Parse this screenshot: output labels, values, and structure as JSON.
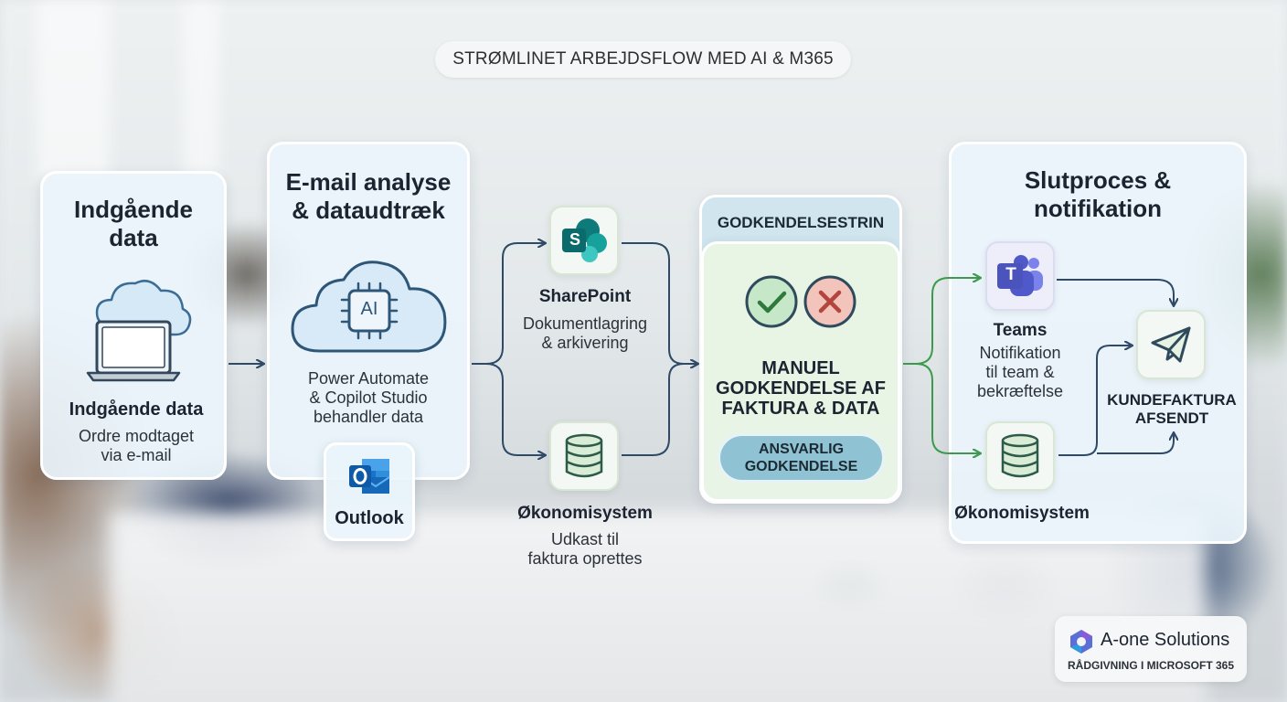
{
  "header": {
    "title": "STRØMLINET ARBEJDSFLOW MED AI & M365"
  },
  "stage1": {
    "title_line1": "Indgående",
    "title_line2": "data",
    "icon": "laptop-cloud-icon",
    "label": "Indgående data",
    "desc_line1": "Ordre modtaget",
    "desc_line2": "via e-mail"
  },
  "stage2": {
    "title_line1": "E-mail analyse",
    "title_line2": "& dataudtræk",
    "icon": "ai-cloud-icon",
    "icon_text": "AI",
    "desc_line1": "Power Automate",
    "desc_line2": "& Copilot Studio",
    "desc_line3": "behandler data",
    "outlook_label": "Outlook"
  },
  "sharepoint": {
    "icon": "sharepoint-icon",
    "icon_letter": "S",
    "label": "SharePoint",
    "desc_line1": "Dokumentlagring",
    "desc_line2": "& arkivering"
  },
  "economy1": {
    "icon": "database-icon",
    "label": "Økonomisystem",
    "desc_line1": "Udkast til",
    "desc_line2": "faktura oprettes"
  },
  "approval": {
    "header": "GODKENDELSESTRIN",
    "line1": "MANUEL",
    "line2": "GODKENDELSE AF",
    "line3": "FAKTURA & DATA",
    "pill_line1": "ANSVARLIG",
    "pill_line2": "GODKENDELSE",
    "approve_icon": "check-circle-icon",
    "reject_icon": "x-circle-icon"
  },
  "stage4": {
    "title_line1": "Slutproces &",
    "title_line2": "notifikation",
    "teams_icon": "teams-icon",
    "teams_letter": "T",
    "teams_label": "Teams",
    "teams_desc_line1": "Notifikation",
    "teams_desc_line2": "til team &",
    "teams_desc_line3": "bekræftelse",
    "send_icon": "paper-plane-icon",
    "send_line1": "KUNDEFAKTURA",
    "send_line2": "AFSENDT",
    "economy_icon": "database-icon",
    "economy_label": "Økonomisystem"
  },
  "brand": {
    "name_bold": "A-one",
    "name_rest": " Solutions",
    "tagline": "RÅDGIVNING I MICROSOFT 365"
  },
  "colors": {
    "arrow_blue": "#2e4a66",
    "arrow_green": "#3d9a4a",
    "card_bg": "#eaf4fb",
    "approval_pill": "#8fc3d3"
  }
}
